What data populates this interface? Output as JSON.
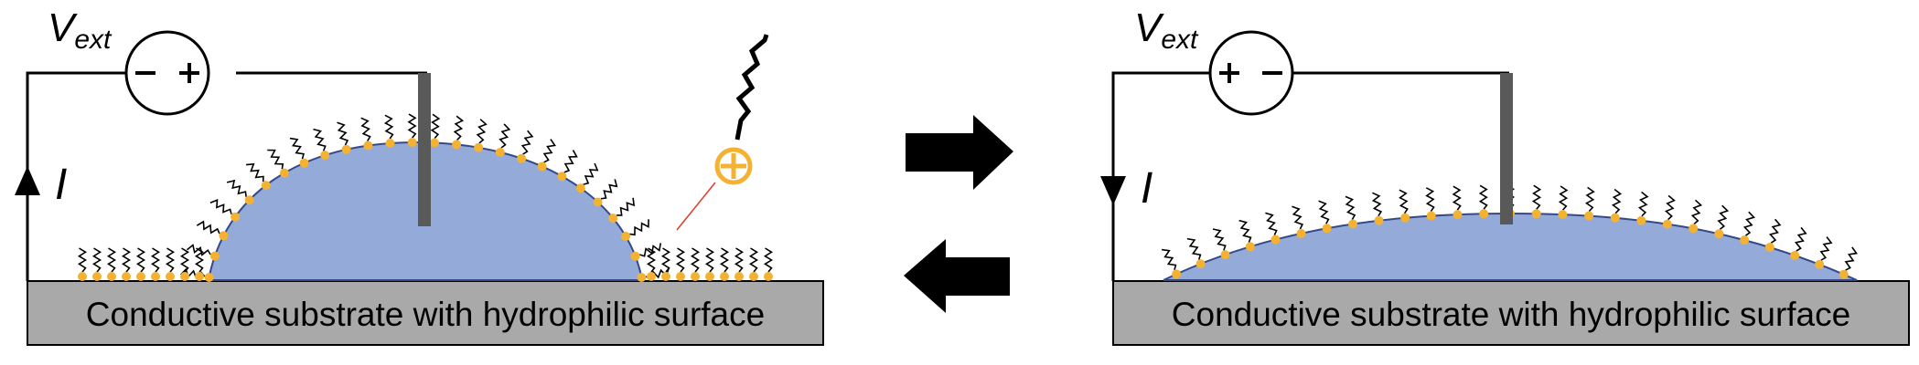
{
  "panels": [
    {
      "id": "left",
      "voltage_label": {
        "main": "V",
        "sub": "ext"
      },
      "source_symbol": "− +",
      "current_label": "I",
      "current_arrow": "up",
      "substrate_label": "Conductive substrate with hydrophilic surface",
      "droplet_state": "high contact angle"
    },
    {
      "id": "right",
      "voltage_label": {
        "main": "V",
        "sub": "ext"
      },
      "source_symbol": "+ −",
      "current_label": "I",
      "current_arrow": "down",
      "substrate_label": "Conductive substrate with hydrophilic surface",
      "droplet_state": "low contact angle"
    }
  ],
  "surfactant_inset": {
    "charge_symbol": "⊕",
    "description_icon": "cationic-surfactant-icon"
  },
  "transition_arrows": [
    {
      "direction": "right",
      "icon": "arrow-right-icon"
    },
    {
      "direction": "left",
      "icon": "arrow-left-icon"
    }
  ],
  "colors": {
    "droplet_fill": "#94aad8",
    "droplet_edge": "#34498a",
    "surfactant_head": "#f4b233",
    "substrate_fill": "#a9a9a9",
    "electrode": "#595959",
    "pointer_line": "#e03a2a"
  }
}
